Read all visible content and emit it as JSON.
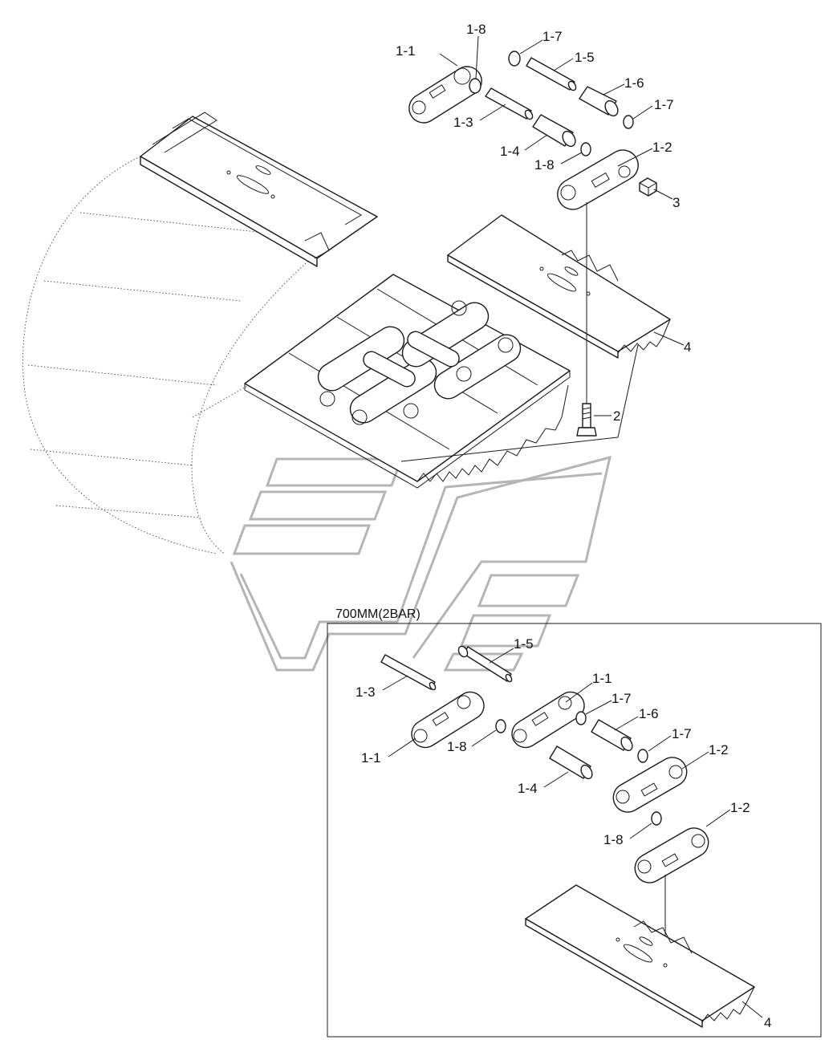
{
  "inset": {
    "title": "700MM(2BAR)"
  },
  "labels": {
    "main": {
      "p1_1": "1-1",
      "p1_8a": "1-8",
      "p1_7a": "1-7",
      "p1_5": "1-5",
      "p1_3": "1-3",
      "p1_6": "1-6",
      "p1_7b": "1-7",
      "p1_4": "1-4",
      "p1_8b": "1-8",
      "p1_2": "1-2",
      "p3": "3",
      "p4": "4",
      "p2": "2"
    },
    "inset": {
      "p1_5": "1-5",
      "p1_3": "1-3",
      "p1_1a": "1-1",
      "p1_1b": "1-1",
      "p1_8a": "1-8",
      "p1_7a": "1-7",
      "p1_6": "1-6",
      "p1_7b": "1-7",
      "p1_2a": "1-2",
      "p1_4": "1-4",
      "p1_8b": "1-8",
      "p1_2b": "1-2",
      "p4": "4"
    }
  }
}
